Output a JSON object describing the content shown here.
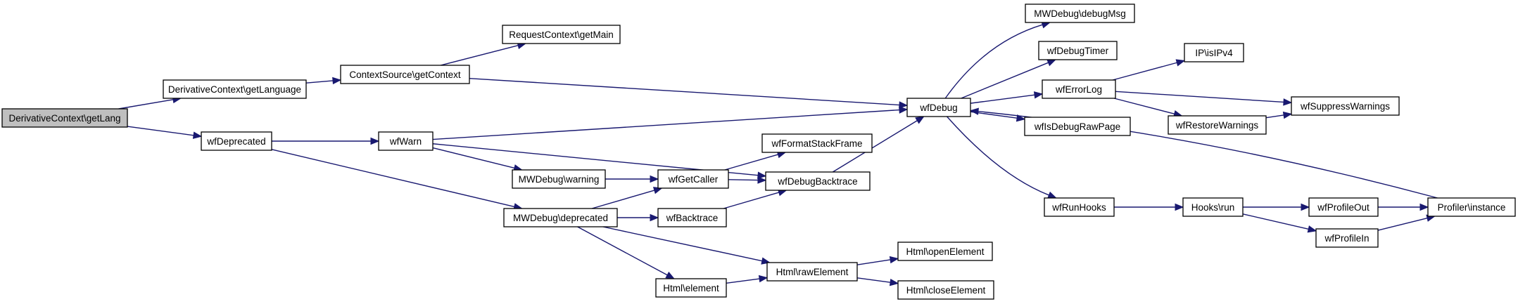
{
  "graph": {
    "nodes": [
      {
        "id": "n0",
        "label": "DerivativeContext\\getLang",
        "root": true
      },
      {
        "id": "n1",
        "label": "DerivativeContext\\getLanguage"
      },
      {
        "id": "n2",
        "label": "ContextSource\\getContext"
      },
      {
        "id": "n3",
        "label": "RequestContext\\getMain"
      },
      {
        "id": "n4",
        "label": "wfDebug"
      },
      {
        "id": "n5",
        "label": "MWDebug\\debugMsg"
      },
      {
        "id": "n6",
        "label": "wfDebugTimer"
      },
      {
        "id": "n7",
        "label": "wfErrorLog"
      },
      {
        "id": "n8",
        "label": "IP\\isIPv4"
      },
      {
        "id": "n9",
        "label": "wfSuppressWarnings"
      },
      {
        "id": "n10",
        "label": "wfRestoreWarnings"
      },
      {
        "id": "n11",
        "label": "wfIsDebugRawPage"
      },
      {
        "id": "n12",
        "label": "wfRunHooks"
      },
      {
        "id": "n13",
        "label": "Hooks\\run"
      },
      {
        "id": "n14",
        "label": "wfProfileOut"
      },
      {
        "id": "n15",
        "label": "Profiler\\instance"
      },
      {
        "id": "n16",
        "label": "wfProfileIn"
      },
      {
        "id": "n17",
        "label": "wfDeprecated"
      },
      {
        "id": "n18",
        "label": "wfWarn"
      },
      {
        "id": "n19",
        "label": "MWDebug\\warning"
      },
      {
        "id": "n20",
        "label": "wfGetCaller"
      },
      {
        "id": "n21",
        "label": "wfFormatStackFrame"
      },
      {
        "id": "n22",
        "label": "wfDebugBacktrace"
      },
      {
        "id": "n23",
        "label": "MWDebug\\deprecated"
      },
      {
        "id": "n24",
        "label": "wfBacktrace"
      },
      {
        "id": "n25",
        "label": "Html\\element"
      },
      {
        "id": "n26",
        "label": "Html\\rawElement"
      },
      {
        "id": "n27",
        "label": "Html\\openElement"
      },
      {
        "id": "n28",
        "label": "Html\\closeElement"
      }
    ],
    "edges": [
      [
        "n0",
        "n1"
      ],
      [
        "n0",
        "n17"
      ],
      [
        "n1",
        "n2"
      ],
      [
        "n2",
        "n3"
      ],
      [
        "n2",
        "n4"
      ],
      [
        "n4",
        "n5"
      ],
      [
        "n4",
        "n6"
      ],
      [
        "n4",
        "n7"
      ],
      [
        "n4",
        "n11"
      ],
      [
        "n4",
        "n12"
      ],
      [
        "n7",
        "n8"
      ],
      [
        "n7",
        "n9"
      ],
      [
        "n7",
        "n10"
      ],
      [
        "n10",
        "n9"
      ],
      [
        "n12",
        "n13"
      ],
      [
        "n13",
        "n14"
      ],
      [
        "n13",
        "n16"
      ],
      [
        "n14",
        "n15"
      ],
      [
        "n16",
        "n15"
      ],
      [
        "n15",
        "n4"
      ],
      [
        "n17",
        "n18"
      ],
      [
        "n17",
        "n23"
      ],
      [
        "n18",
        "n4"
      ],
      [
        "n18",
        "n19"
      ],
      [
        "n18",
        "n22"
      ],
      [
        "n19",
        "n20"
      ],
      [
        "n20",
        "n21"
      ],
      [
        "n20",
        "n22"
      ],
      [
        "n22",
        "n4"
      ],
      [
        "n23",
        "n20"
      ],
      [
        "n23",
        "n24"
      ],
      [
        "n23",
        "n25"
      ],
      [
        "n23",
        "n26"
      ],
      [
        "n24",
        "n22"
      ],
      [
        "n25",
        "n26"
      ],
      [
        "n26",
        "n27"
      ],
      [
        "n26",
        "n28"
      ]
    ]
  },
  "colors": {
    "edge": "#191970",
    "root_fill": "#bfbfbf",
    "node_fill": "#ffffff",
    "border": "#000000"
  }
}
